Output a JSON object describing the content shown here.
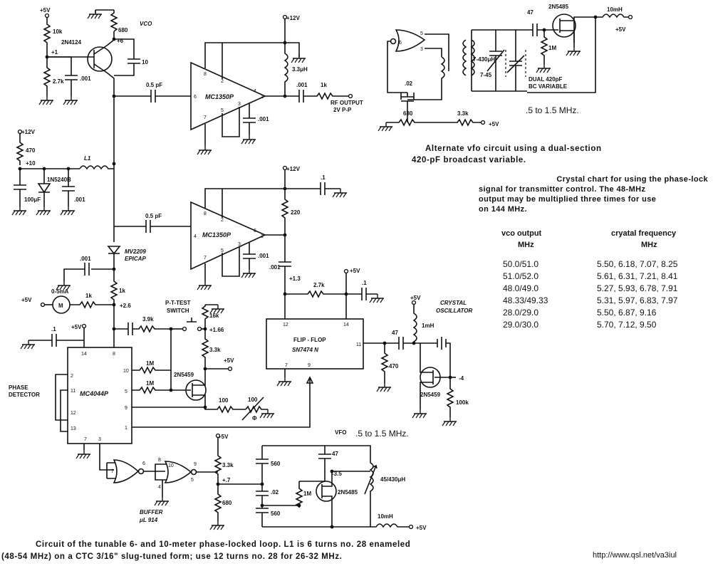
{
  "main_caption": {
    "line1": "Circuit of the tunable 6- and 10-meter phase-locked loop. L1 is 6 turns no. 28 enameled",
    "line2": "(48-54 MHz) on a CTC 3/16\" slug-tuned form; use 12 turns no. 28 for 26-32 MHz."
  },
  "alt_vfo": {
    "caption_line1": "Alternate vfo circuit using a dual-section",
    "caption_line2": "420-pF broadcast variable.",
    "freq_range": ".5 to 1.5 MHz.",
    "l_value": "7-430μH",
    "cap_trim": "7-45",
    "dual_cap_label1": "DUAL 420pF",
    "dual_cap_label2": "BC VARIABLE",
    "c47": "47",
    "fet": "2N5485",
    "r1m": "1M",
    "choke": "10mH",
    "plus5": "+5V",
    "gate6": "6",
    "gate5": "5",
    "gate3": "3",
    "c02": ".02",
    "r680": "680",
    "r3k": "3.3k",
    "plus5b": "+5V"
  },
  "crystal_chart": {
    "intro_line1": "Crystal chart for using the phase-lock",
    "intro_line2": "signal for transmitter control. The 48-MHz",
    "intro_line3": "output may be multiplied three times for use",
    "intro_line4": "on 144 MHz.",
    "col1_header": "vco output",
    "col1_unit": "MHz",
    "col2_header": "cryatal frequency",
    "col2_unit": "MHz",
    "rows": [
      {
        "vco": "50.0/51.0",
        "xtal": "5.50, 6.18, 7.07, 8.25"
      },
      {
        "vco": "51.0/52.0",
        "xtal": "5.61, 6.31, 7.21, 8.41"
      },
      {
        "vco": "48.0/49.0",
        "xtal": "5.27, 5.93, 6.78, 7.91"
      },
      {
        "vco": "48.33/49.33",
        "xtal": "5.31, 5.97, 6.83, 7.97"
      },
      {
        "vco": "28.0/29.0",
        "xtal": "5.50, 6.87, 9.16"
      },
      {
        "vco": "29.0/30.0",
        "xtal": "5.70, 7.12, 9.50"
      }
    ]
  },
  "vco_section": {
    "plus5": "+5V",
    "r10k": "10k",
    "node1": "+1",
    "r27k": "2.7k",
    "c001": ".001",
    "transistor": "2N4124",
    "r680": "680",
    "node6": "+6",
    "vco_label": "VCO",
    "c10": "10",
    "plus12": "+12V",
    "r470": "470",
    "node10": "+10",
    "zener": "1N5240B",
    "l1": "L1",
    "c100": "100μF",
    "c001b": ".001"
  },
  "amp1": {
    "chip": "MC1350P",
    "c05": "0.5 pF",
    "plus12": "+12V",
    "l33": "3.3μH",
    "c001": ".001",
    "r1k": "1k",
    "rf_out1": "RF OUTPUT",
    "rf_out2": "2V P-P",
    "c001b": ".001",
    "p8": "8",
    "p2": "2",
    "p6": "6",
    "p7": "7",
    "p5": "5",
    "p3": "3",
    "p4": "4",
    "p1": "1"
  },
  "amp2": {
    "chip": "MC1350P",
    "c05": "0.5 pF",
    "plus12": "+12V",
    "r220": "220",
    "c1": ".1",
    "c001": ".001",
    "c001b": ".001",
    "node13": "+1.3",
    "p8": "8",
    "p2": "2",
    "p4": "4",
    "p7": "7",
    "p5": "5",
    "p3": "3",
    "p6": "6",
    "p1": "1"
  },
  "varactor": {
    "part1": "MV2209",
    "part2": "EPICAP",
    "c001": ".001",
    "r1k": "1k",
    "node26": "+2.6",
    "plus5": "+5V",
    "meter_range": "0-5mA",
    "meter": "M",
    "r1kb": "1k"
  },
  "phase_detector": {
    "label1": "PHASE",
    "label2": "DETECTOR",
    "chip": "MC4044P",
    "c1": ".1",
    "plus5": "+5V",
    "p14": "14",
    "p8": "8",
    "p2": "2",
    "p11": "11",
    "p12": "12",
    "p13": "13",
    "p10": "10",
    "p5": "5",
    "p9": "9",
    "p1": "1",
    "p7": "7",
    "p3": "3",
    "r1m_a": "1M",
    "r1m_b": "1M",
    "fet": "2N5459",
    "r39k": "3.9k",
    "switch1": "P-T-TEST",
    "switch2": "SWITCH",
    "r16k": "16k",
    "node166": "+1.66",
    "r33k": "3.3k",
    "plus5b": "+5V",
    "r100": "100",
    "pot100": "100",
    "phi": "Φ"
  },
  "flipflop": {
    "title": "FLIP - FLOP",
    "part": "SN7474 N",
    "p12": "12",
    "p14": "14",
    "p7": "7",
    "p9": "9",
    "p11": "11",
    "r27k": "2.7k",
    "plus5": "+5V",
    "c1": ".1",
    "r470": "470"
  },
  "crystal_osc": {
    "label1": "CRYSTAL",
    "label2": "OSCILLATOR",
    "plus5": "+5V",
    "l1mh": "1mH",
    "c47": "47",
    "fet": "2N5459",
    "node4": "-4",
    "r100k": "100k"
  },
  "buffer_vfo": {
    "vfo": "VFO",
    "freq_range": ".5 to 1.5 MHz.",
    "plus5": "+5V",
    "r33k": "3.3k",
    "node7": "+.7",
    "r680": "680",
    "g7": "7",
    "g6": "6",
    "g8": "8",
    "g9": "9",
    "g10": "10",
    "g4": "4",
    "g5": "5",
    "buffer1": "BUFFER",
    "buffer2": "μL 914",
    "c560a": "560",
    "c47": "47",
    "node35": "-3.5",
    "c02": ".02",
    "r1m": "1M",
    "fet": "2N5485",
    "l": "45/430μH",
    "c560b": "560",
    "choke": "10mH",
    "plus5b": "+5V"
  },
  "url": "http://www.qsl.net/va3iul"
}
